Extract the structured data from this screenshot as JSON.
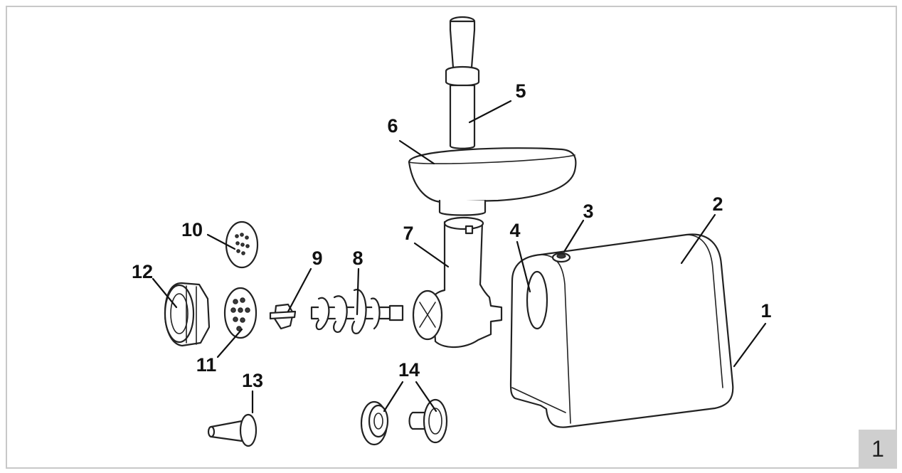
{
  "figure_number": "1",
  "labels": [
    "1",
    "2",
    "3",
    "4",
    "5",
    "6",
    "7",
    "8",
    "9",
    "10",
    "11",
    "12",
    "13",
    "14"
  ]
}
